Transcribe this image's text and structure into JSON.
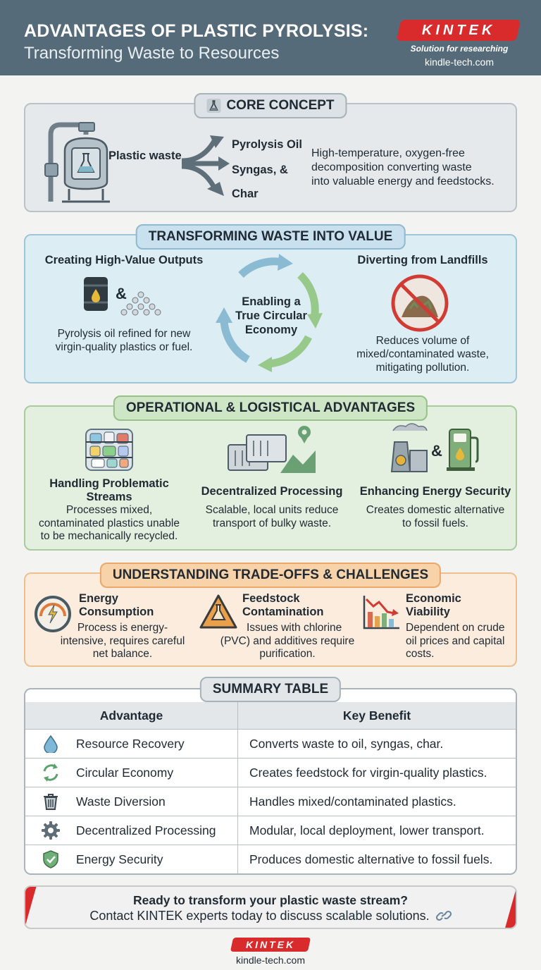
{
  "header": {
    "title": "ADVANTAGES OF PLASTIC PYROLYSIS:",
    "subtitle": "Transforming Waste to Resources",
    "brand": "KINTEK",
    "tagline": "Solution for researching",
    "url": "kindle-tech.com"
  },
  "core": {
    "heading": "CORE CONCEPT",
    "input_label": "Plastic waste",
    "outputs": [
      "Pyrolysis Oil",
      "Syngas, &",
      "Char"
    ],
    "description": [
      "High-temperature, oxygen-free",
      "decomposition converting waste",
      "into valuable energy and feedstocks."
    ]
  },
  "value": {
    "heading": "TRANSFORMING WASTE INTO VALUE",
    "left_title": "Creating High-Value Outputs",
    "amp": "&",
    "left_text": [
      "Pyrolysis oil refined for new",
      "virgin-quality plastics or fuel."
    ],
    "center_text": [
      "Enabling a",
      "True Circular",
      "Economy"
    ],
    "right_title": "Diverting from Landfills",
    "right_text": [
      "Reduces volume of",
      "mixed/contaminated waste,",
      "mitigating pollution."
    ]
  },
  "ops": {
    "heading": "OPERATIONAL & LOGISTICAL ADVANTAGES",
    "items": [
      {
        "title": [
          "Handling Problematic",
          "Streams"
        ],
        "text": [
          "Processes mixed,",
          "contaminated plastics unable",
          "to be mechanically recycled."
        ]
      },
      {
        "title": [
          "Decentralized Processing"
        ],
        "text": [
          "Scalable, local units reduce",
          "transport of bulky waste."
        ]
      },
      {
        "title": [
          "Enhancing Energy Security"
        ],
        "text": [
          "Creates domestic alternative",
          "to fossil fuels."
        ]
      }
    ],
    "amp": "&"
  },
  "trade": {
    "heading": "UNDERSTANDING TRADE-OFFS & CHALLENGES",
    "items": [
      {
        "title": [
          "Energy",
          "Consumption"
        ],
        "text": [
          "Process is energy-",
          "intensive, requires careful",
          "net balance."
        ]
      },
      {
        "title": [
          "Feedstock",
          "Contamination"
        ],
        "text": [
          "Issues with chlorine",
          "(PVC) and additives require",
          "purification."
        ]
      },
      {
        "title": [
          "Economic",
          "Viability"
        ],
        "text": [
          "Dependent on crude",
          "oil prices and capital",
          "costs."
        ]
      }
    ]
  },
  "summary": {
    "heading": "SUMMARY TABLE",
    "col_a": "Advantage",
    "col_b": "Key Benefit",
    "rows": [
      {
        "icon": "water-drop-icon",
        "advantage": "Resource Recovery",
        "benefit": "Converts waste to oil, syngas, char."
      },
      {
        "icon": "recycle-arrows-icon",
        "advantage": "Circular Economy",
        "benefit": "Creates feedstock for virgin-quality plastics."
      },
      {
        "icon": "trash-can-icon",
        "advantage": "Waste Diversion",
        "benefit": "Handles mixed/contaminated plastics."
      },
      {
        "icon": "gear-icon",
        "advantage": "Decentralized Processing",
        "benefit": "Modular, local deployment, lower transport."
      },
      {
        "icon": "shield-check-icon",
        "advantage": "Energy Security",
        "benefit": "Produces domestic alternative to fossil fuels."
      }
    ]
  },
  "cta": {
    "line1": "Ready to transform your plastic waste stream?",
    "line2": "Contact KINTEK experts today to discuss scalable solutions."
  },
  "footer": {
    "brand": "KINTEK",
    "url": "kindle-tech.com"
  },
  "colors": {
    "header": "#566b79",
    "brand_red": "#d92b2b",
    "value_blue": "#ddedf4",
    "ops_green": "#e3efdf",
    "trade_orange": "#fbecdd"
  }
}
